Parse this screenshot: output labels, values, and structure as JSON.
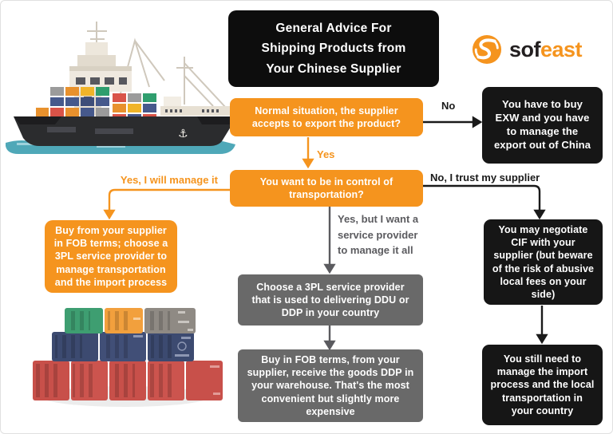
{
  "title": {
    "full": "General Advice For Shipping Products from Your Chinese Supplier",
    "lines": [
      "General Advice For",
      "Shipping Products from",
      "Your Chinese Supplier"
    ]
  },
  "logo": {
    "prefix": "sof",
    "suffix": "east",
    "icon": "sofeast-s-swirl"
  },
  "colors": {
    "accent_orange": "#F5941E",
    "node_black": "#161616",
    "node_gray": "#696969",
    "label_gray": "#5B5B5F",
    "water_teal": "#4FA8B8"
  },
  "flowchart": {
    "nodes": [
      {
        "id": "q_export",
        "style": "orange",
        "text": "Normal situation, the supplier accepts to export the product?"
      },
      {
        "id": "exw",
        "style": "black",
        "text": "You have to buy EXW and you have to manage the export out of China"
      },
      {
        "id": "q_control",
        "style": "orange",
        "text": "You want to be in control of transportation?"
      },
      {
        "id": "fob_3pl",
        "style": "orange",
        "text": "Buy from your supplier in FOB terms; choose a 3PL service provider to manage transportation and the import process"
      },
      {
        "id": "cif",
        "style": "black",
        "text": "You may negotiate CIF with your supplier (but beware of the risk of abusive local fees on your side)"
      },
      {
        "id": "choose_3pl",
        "style": "gray",
        "text": "Choose a 3PL service provider that is used to delivering DDU or DDP in your country"
      },
      {
        "id": "fob_ddp",
        "style": "gray",
        "text": "Buy in FOB terms, from your supplier, receive the goods DDP in your warehouse. That's the most convenient but slightly more expensive"
      },
      {
        "id": "still_manage",
        "style": "black",
        "text": "You still need to manage the import process and the local transportation in your country"
      }
    ],
    "labels": {
      "no": "No",
      "yes": "Yes",
      "yes_manage": "Yes, I will manage it",
      "no_trust": "No, I trust my supplier",
      "yes_service": "Yes, but I want a service provider to manage it all"
    }
  },
  "illustrations": {
    "ship": "cargo-container-ship",
    "containers": "stacked-shipping-containers"
  }
}
